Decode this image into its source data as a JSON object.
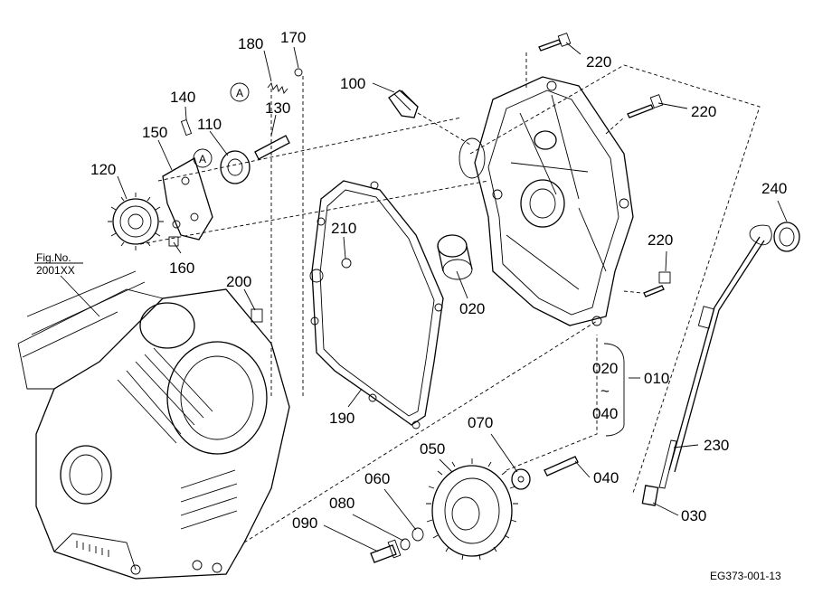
{
  "figure_reference": {
    "line1": "Fig.No.",
    "line2": "2001XX"
  },
  "image_code": "EG373-001-13",
  "marker": "A",
  "range": {
    "from": "020",
    "tilde": "~",
    "to": "040",
    "assembly": "010"
  },
  "callouts": {
    "c170": "170",
    "c180": "180",
    "c140": "140",
    "c110": "110",
    "c130": "130",
    "c150": "150",
    "c120": "120",
    "c160": "160",
    "c100": "100",
    "c210": "210",
    "c200": "200",
    "c020": "020",
    "c190": "190",
    "c220a": "220",
    "c220b": "220",
    "c220c": "220",
    "c240": "240",
    "c230": "230",
    "c030": "030",
    "c070": "070",
    "c050": "050",
    "c060": "060",
    "c080": "080",
    "c090": "090",
    "c040": "040"
  }
}
